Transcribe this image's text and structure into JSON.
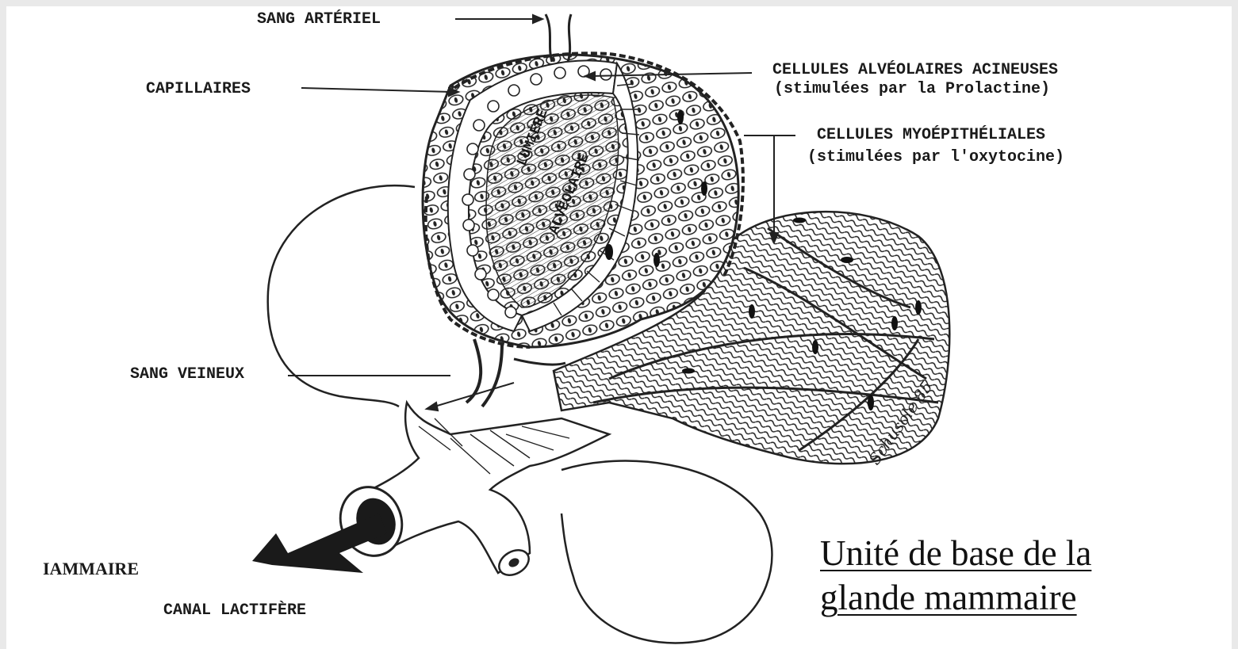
{
  "labels": {
    "sang_arteriel": "SANG ARTÉRIEL",
    "capillaires": "CAPILLAIRES",
    "cellules_alveolaires": "CELLULES ALVÉOLAIRES ACINEUSES",
    "cellules_alveolaires_note": "(stimulées par la Prolactine)",
    "cellules_myoepitheliales": "CELLULES MYOÉPITHÉLIALES",
    "cellules_myoepitheliales_note": "(stimulées par l'oxytocine)",
    "lumiere_1": "LUMIÈRE",
    "lumiere_2": "ALVÉOLAIRE",
    "sang_veineux": "SANG VEINEUX",
    "mammaire": "IAMMAIRE",
    "canal_lactifere": "CANAL LACTIFÈRE"
  },
  "title": {
    "line1": "Unité de base de la",
    "line2": "glande mammaire"
  },
  "signature": "Schusole 85"
}
